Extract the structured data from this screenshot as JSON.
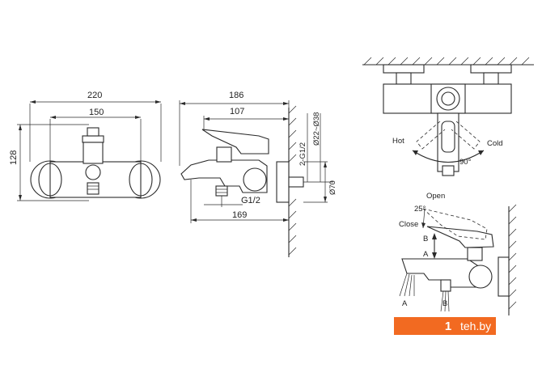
{
  "dimensions": {
    "front_width_overall": "220",
    "front_width_centers": "150",
    "front_height": "128",
    "side_depth_overall": "186",
    "side_depth_lever": "107",
    "side_depth_spout": "169",
    "side_outlet_thread": "G1/2",
    "side_inlet_thread": "2-G1/2",
    "side_pipe_diameter": "Ø22~Ø38",
    "side_flange_diameter": "Ø70"
  },
  "top_view": {
    "label_hot": "Hot",
    "label_cold": "Cold",
    "label_angle": "90°"
  },
  "operation_view": {
    "label_open": "Open",
    "label_close": "Close",
    "label_angle": "25°",
    "label_b_upper": "B",
    "label_a_spout": "A",
    "label_b_lower": "B",
    "label_a_lower": "A"
  },
  "brand": {
    "domain": "teh.by",
    "accent_color": "#f26a21"
  }
}
